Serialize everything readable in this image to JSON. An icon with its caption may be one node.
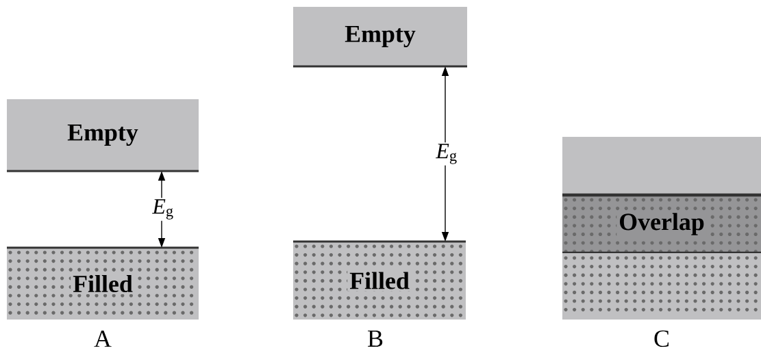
{
  "diagram": {
    "nodes": [
      {
        "text": [
          "Empty"
        ]
      },
      {
        "text": [
          "Filled"
        ]
      },
      {
        "text": [
          "Empty"
        ]
      },
      {
        "text": [
          "Filled"
        ]
      },
      {
        "text": [],
        "shape": "box"
      },
      {
        "text": [
          "Overlap"
        ]
      },
      {
        "text": [],
        "shape": "box"
      }
    ],
    "edges": [
      {
        "from": 0,
        "to": 1,
        "arrow": "both",
        "label": "*E*$_{g}$"
      },
      {
        "from": 2,
        "to": 3,
        "arrow": "both",
        "label": "*E*$_{g}$"
      }
    ],
    "labels": [
      "A",
      "B",
      "C"
    ]
  }
}
